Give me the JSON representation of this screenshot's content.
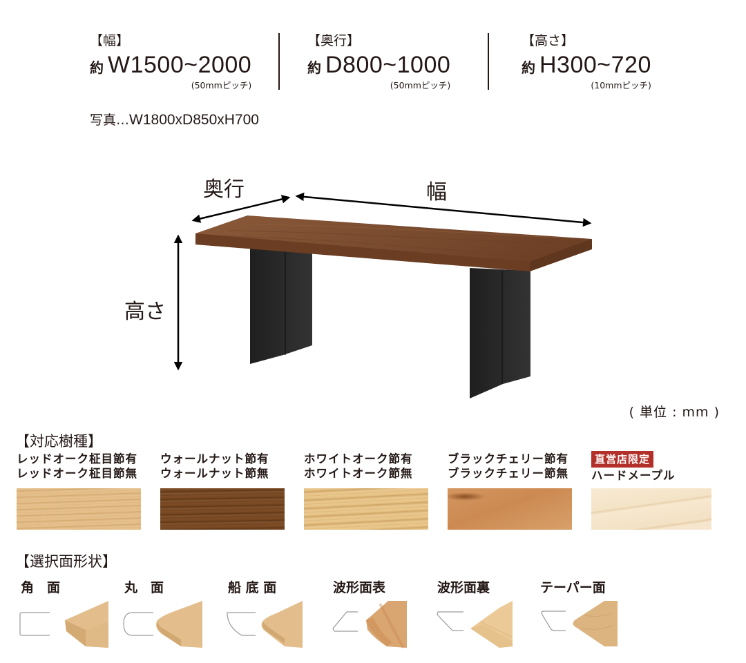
{
  "specs": [
    {
      "label": "【幅】",
      "prefix": "約",
      "range": "W1500~2000",
      "pitch": "(50mmピッチ)"
    },
    {
      "label": "【奥行】",
      "prefix": "約",
      "range": "D800~1000",
      "pitch": "(50mmピッチ)"
    },
    {
      "label": "【高さ】",
      "prefix": "約",
      "range": "H300~720",
      "pitch": "(10mmピッチ)"
    }
  ],
  "photo_note": {
    "prefix": "写真…",
    "size": "W1800xD850xH700"
  },
  "diagram": {
    "depth_label": "奥行",
    "width_label": "幅",
    "height_label": "高さ",
    "unit_note": "( 単位 : mm )",
    "colors": {
      "tabletop": "#7a4a2e",
      "tabletop_edge": "#6a3c24",
      "legs": "#2a2a2a",
      "arrows": "#000000"
    }
  },
  "wood_section": {
    "title": "【対応樹種】",
    "items": [
      {
        "line1": "レッドオーク柾目節有",
        "line2": "レッドオーク柾目節無",
        "badge": null,
        "color": "#e3bd88",
        "grain": "#c99c62"
      },
      {
        "line1": "ウォールナット節有",
        "line2": "ウォールナット節無",
        "badge": null,
        "color": "#7a4b26",
        "grain": "#5c361a"
      },
      {
        "line1": "ホワイトオーク節有",
        "line2": "ホワイトオーク節無",
        "badge": null,
        "color": "#e6c288",
        "grain": "#c9a062"
      },
      {
        "line1": "ブラックチェリー節有",
        "line2": "ブラックチェリー節無",
        "badge": null,
        "color": "#d08f58",
        "grain": "#a8652f"
      },
      {
        "line1": "ハードメープル",
        "line2": "",
        "badge": "直営店限定",
        "color": "#f6e6cc",
        "grain": "#dcc39e"
      }
    ],
    "badge_color": "#b3302a"
  },
  "edge_section": {
    "title": "【選択面形状】",
    "items": [
      {
        "label": "角　面",
        "shape": "square"
      },
      {
        "label": "丸　面",
        "shape": "round"
      },
      {
        "label": "船 底 面",
        "shape": "boat"
      },
      {
        "label": "波形面表",
        "shape": "wave-front"
      },
      {
        "label": "波形面裏",
        "shape": "wave-back"
      },
      {
        "label": "テーパー面",
        "shape": "taper"
      }
    ]
  }
}
